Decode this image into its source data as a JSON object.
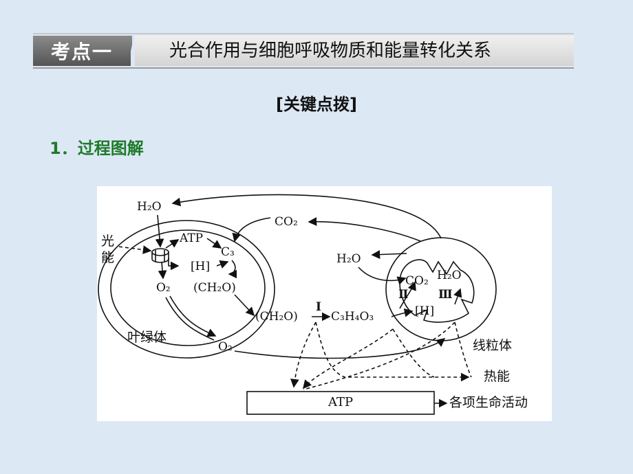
{
  "header": {
    "badge": "考点一",
    "title": "光合作用与细胞呼吸物质和能量转化关系"
  },
  "subheading": "[关键点拨]",
  "section": {
    "title": "1．过程图解"
  },
  "diagram": {
    "labels": {
      "h2o_top": "H₂O",
      "light_line1": "光",
      "light_line2": "能",
      "atp_chl": "ATP",
      "c3": "C₃",
      "h_chl": "[H]",
      "o2_inner": "O₂",
      "ch2o_inner": "(CH₂O)",
      "chloroplast": "叶绿体",
      "o2_outer": "O₂",
      "co2_top": "CO₂",
      "h2o_mid": "H₂O",
      "ch2o_cyto": "(CH₂O)",
      "stage_1": "Ⅰ",
      "c3h4o3": "C₃H₄O₃",
      "co2_mito": "CO₂",
      "h2o_mito": "H₂O",
      "stage_2": "Ⅱ",
      "stage_3": "Ⅲ",
      "h_mito": "[H]",
      "mitochondrion": "线粒体",
      "heat": "热能",
      "atp_box": "ATP",
      "life_activities": "各项生命活动"
    }
  }
}
